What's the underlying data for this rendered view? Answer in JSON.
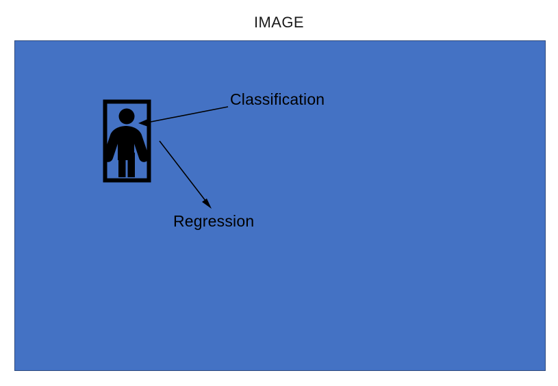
{
  "slide": {
    "title": "IMAGE",
    "background_color": "#ffffff"
  },
  "image_panel": {
    "name": "image-region",
    "fill_color": "#4472C4",
    "border_color": "#2E4A7D"
  },
  "annotations": {
    "detection_box": {
      "label": "person-bounding-box",
      "stroke_color": "#000000"
    },
    "person_icon": {
      "label": "pedestrian-icon",
      "fill_color": "#000000"
    },
    "callouts": [
      {
        "id": "classification",
        "label": "Classification",
        "color": "#000000",
        "arrow_direction": "left",
        "points_to": "person-bounding-box"
      },
      {
        "id": "regression",
        "label": "Regression",
        "color": "#000000",
        "arrow_direction": "down-right",
        "points_to": "empty-region"
      }
    ]
  }
}
